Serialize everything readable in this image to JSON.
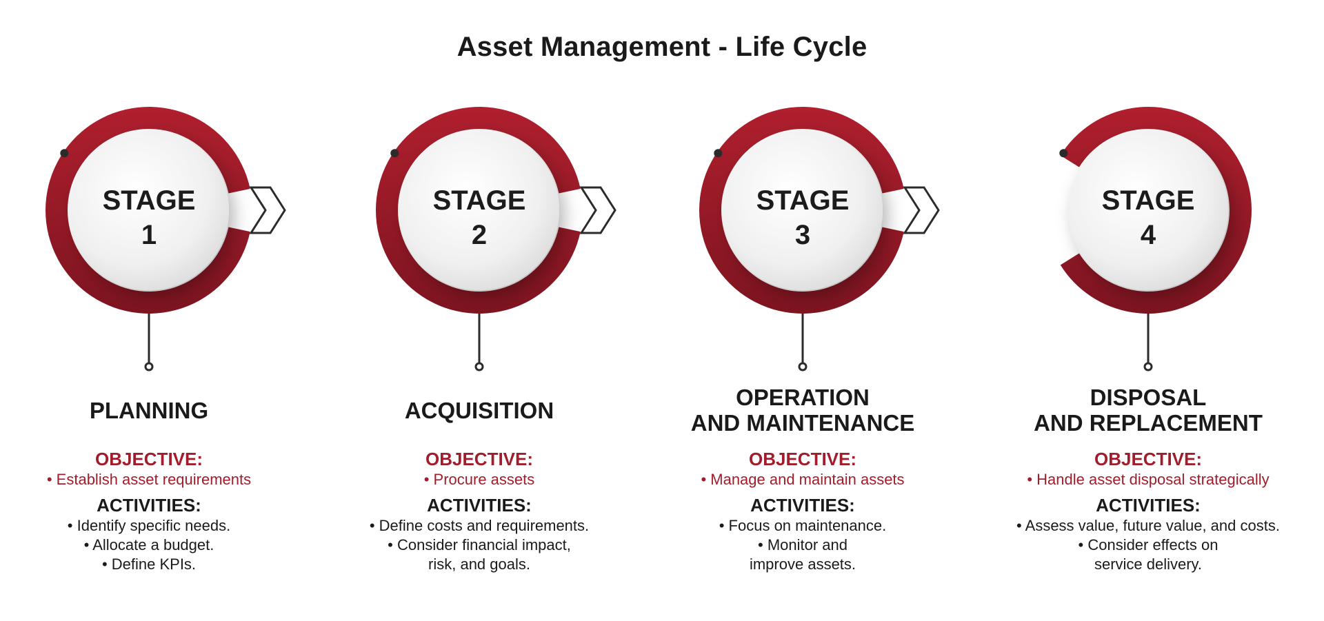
{
  "title": "Asset Management - Life Cycle",
  "colors": {
    "ring": "#a11d2b",
    "ring_dark": "#7d1420",
    "disc": "#f1f1f1",
    "text": "#1a1a1a",
    "objective": "#a11d2b"
  },
  "stage_word": "STAGE",
  "objective_heading": "OBJECTIVE:",
  "activities_heading": "ACTIVITIES:",
  "stages": [
    {
      "number": "1",
      "title_lines": [
        "PLANNING"
      ],
      "objective": "• Establish asset requirements",
      "activities": [
        "• Identify specific needs.",
        "• Allocate a budget.",
        "• Define KPIs."
      ]
    },
    {
      "number": "2",
      "title_lines": [
        "ACQUISITION"
      ],
      "objective": "• Procure assets",
      "activities": [
        "• Define costs and requirements.",
        "• Consider financial impact,",
        "risk, and goals."
      ]
    },
    {
      "number": "3",
      "title_lines": [
        "OPERATION",
        "AND MAINTENANCE"
      ],
      "objective": "• Manage and maintain assets",
      "activities": [
        "• Focus on maintenance.",
        "• Monitor and",
        "improve assets."
      ]
    },
    {
      "number": "4",
      "title_lines": [
        "DISPOSAL",
        "AND REPLACEMENT"
      ],
      "objective": "• Handle asset disposal strategically",
      "activities": [
        "• Assess value, future value, and costs.",
        "• Consider effects on",
        "service delivery."
      ]
    }
  ]
}
